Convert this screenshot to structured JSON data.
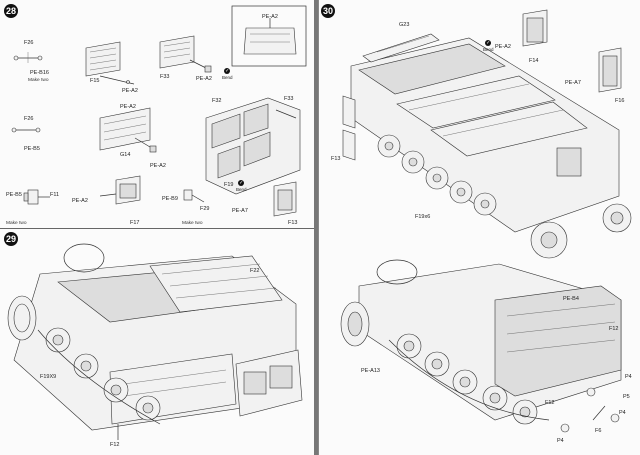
{
  "left_page": {
    "step_top": "28",
    "step_bottom": "29",
    "labels": {
      "f26_a": "F26",
      "pe_b16": "PE-B16",
      "make_two_a": "Make two",
      "f26_b": "F26",
      "pe_b5": "PE-B5",
      "pe_b5_b": "PE-B5",
      "f11": "F11",
      "pe_a2_a": "PE-A2",
      "make_two_b": "Make two",
      "f15": "F15",
      "pe_a2_b": "PE-A2",
      "pe_a2_c": "PE-A2",
      "f33_a": "F33",
      "pe_a2_d": "PE-A2",
      "g14": "G14",
      "pe_a2_e": "PE-A2",
      "pe_b9": "PE-B9",
      "f29": "F29",
      "make_two_c": "Make two",
      "f17": "F17",
      "f32": "F32",
      "f33_b": "F33",
      "f19": "F19",
      "pe_a7": "PE-A7",
      "f13": "F13",
      "inset_pe_a2": "PE-A2",
      "bend": "Bend",
      "f22": "F22",
      "f19x9": "F19X9",
      "f12": "F12"
    }
  },
  "right_page": {
    "step": "30",
    "labels": {
      "g23": "G23",
      "pe_a2": "PE-A2",
      "f14": "F14",
      "pe_a7": "PE-A7",
      "f16": "F16",
      "f13": "F13",
      "f19x6": "F19x6",
      "pe_b4": "PE-B4",
      "f12_a": "F12",
      "pe_a13": "PE-A13",
      "f12_b": "F12",
      "p4_a": "P4",
      "p5": "P5",
      "p4_b": "P4",
      "f6": "F6",
      "p4_c": "P4",
      "bend": "Bend"
    }
  }
}
